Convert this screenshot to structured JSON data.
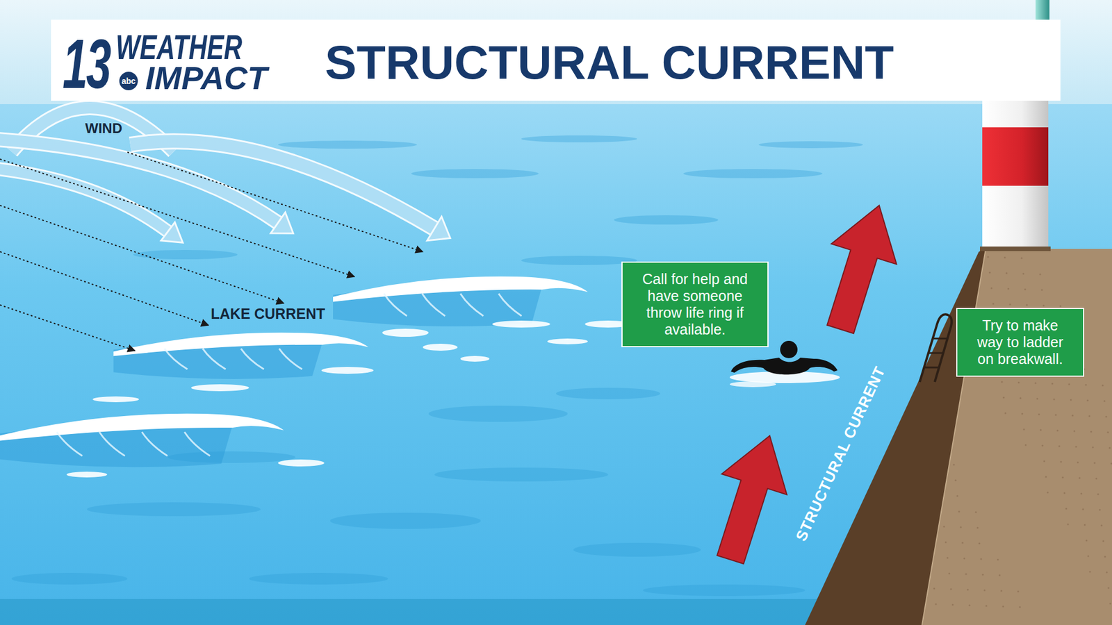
{
  "diagram": {
    "title": "STRUCTURAL CURRENT",
    "nodes": [
      {
        "text": [
          "Call for help and have someone throw life ring if available."
        ]
      },
      {
        "text": [
          "Try to make way to ladder on breakwall."
        ]
      }
    ],
    "labels": [
      "13",
      "WEATHER",
      "abc",
      "IMPACT",
      "WIND",
      "LAKE CURRENT",
      "STRUCTURAL CURRENT"
    ]
  }
}
